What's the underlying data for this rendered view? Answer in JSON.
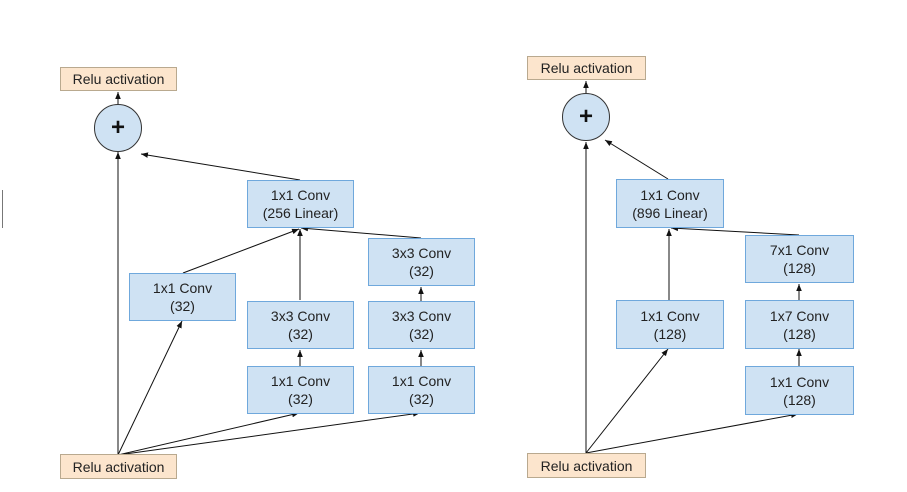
{
  "left_block": {
    "relu_top": "Relu activation",
    "plus": "+",
    "proj": {
      "l1": "1x1 Conv",
      "l2": "(256 Linear)"
    },
    "branch1": {
      "l1": "1x1 Conv",
      "l2": "(32)"
    },
    "branch2_top": {
      "l1": "3x3 Conv",
      "l2": "(32)"
    },
    "branch2_bot": {
      "l1": "1x1 Conv",
      "l2": "(32)"
    },
    "branch3_top": {
      "l1": "3x3 Conv",
      "l2": "(32)"
    },
    "branch3_mid": {
      "l1": "3x3 Conv",
      "l2": "(32)"
    },
    "branch3_bot": {
      "l1": "1x1 Conv",
      "l2": "(32)"
    },
    "relu_bottom": "Relu activation"
  },
  "right_block": {
    "relu_top": "Relu activation",
    "plus": "+",
    "proj": {
      "l1": "1x1 Conv",
      "l2": "(896 Linear)"
    },
    "branch1": {
      "l1": "1x1 Conv",
      "l2": "(128)"
    },
    "branch2_top": {
      "l1": "7x1 Conv",
      "l2": "(128)"
    },
    "branch2_mid": {
      "l1": "1x7 Conv",
      "l2": "(128)"
    },
    "branch2_bot": {
      "l1": "1x1 Conv",
      "l2": "(128)"
    },
    "relu_bottom": "Relu activation"
  }
}
